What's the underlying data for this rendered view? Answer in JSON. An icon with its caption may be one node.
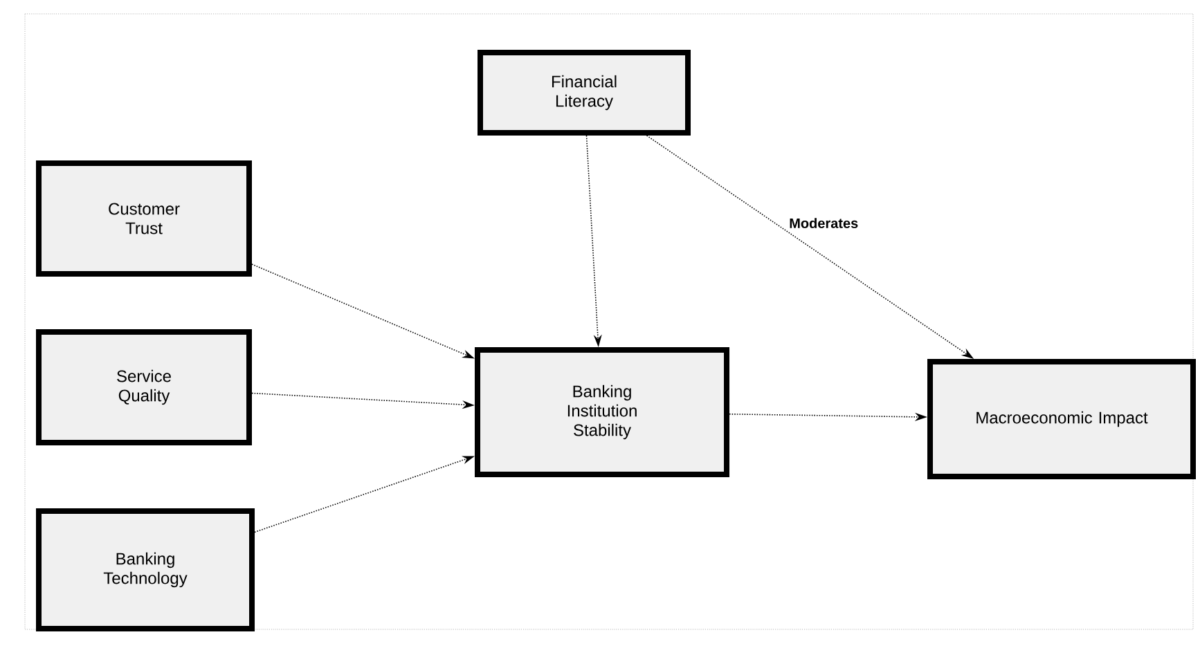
{
  "diagram": {
    "nodes": [
      {
        "text": [
          "Financial Literacy"
        ]
      },
      {
        "text": [
          "Customer Trust"
        ]
      },
      {
        "text": [
          "Service Quality"
        ]
      },
      {
        "text": [
          "Banking Technology"
        ]
      },
      {
        "text": [
          "Banking Institution Stability"
        ]
      },
      {
        "text": [
          "Macroeconomic Impact"
        ]
      }
    ],
    "edges": [
      {
        "from": 1,
        "to": 4,
        "arrow": "to"
      },
      {
        "from": 2,
        "to": 4,
        "arrow": "to"
      },
      {
        "from": 3,
        "to": 4,
        "arrow": "to"
      },
      {
        "from": 0,
        "to": 4,
        "arrow": "to"
      },
      {
        "from": 4,
        "to": 5,
        "arrow": "to"
      },
      {
        "from": 0,
        "to": 5,
        "arrow": "to",
        "label": "Moderates"
      }
    ]
  }
}
